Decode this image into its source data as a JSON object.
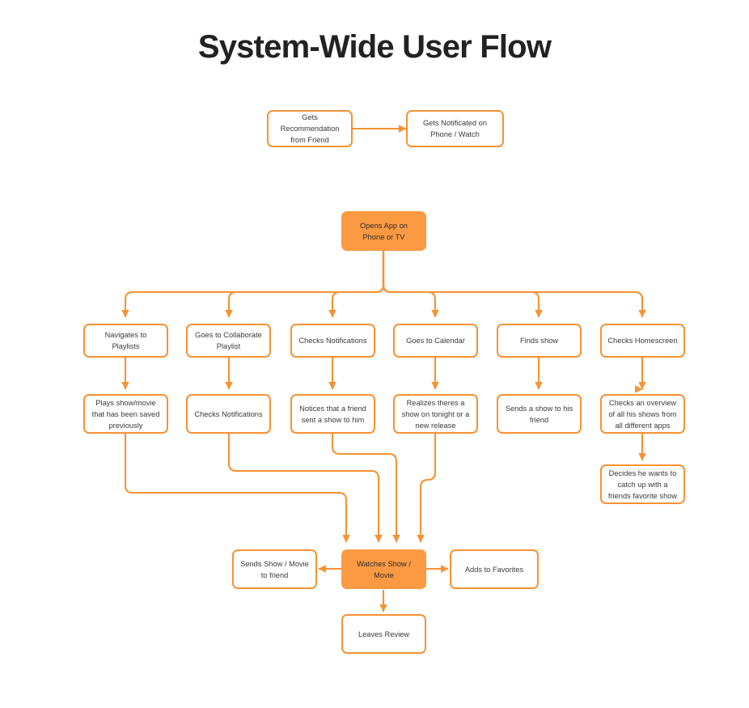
{
  "page": {
    "title": "System-Wide User Flow",
    "background": "#ffffff",
    "accent_color": "#F79233",
    "fill_color": "#FB9A42",
    "text_color": "#3a3a3c",
    "title_color": "#222224"
  },
  "nodes": {
    "gets_recommendation": "Gets Recommendation from Friend",
    "gets_notificated": "Gets Notificated on Phone / Watch",
    "opens_app": "Opens App on Phone or TV",
    "navigates_playlists": "Navigates to Playlists",
    "goes_collaborate": "Goes to Collaborate Playlist",
    "checks_notifications_1": "Checks Notifications",
    "goes_calendar": "Goes to Calendar",
    "finds_show": "Finds show",
    "checks_homescreen": "Checks Homescreen",
    "plays_saved": "Plays show/movie that has been saved previously",
    "checks_notifications_2": "Checks Notifications",
    "notices_friend_sent": "Notices that a friend sent a show to him",
    "realizes_show": "Realizes theres a show on tonight or a new release",
    "sends_show_friend": "Sends a show to his friend",
    "checks_overview": "Checks an overview of all his shows from all different apps",
    "decides_catch_up": "Decides he wants to catch up with a friends favorite show",
    "sends_show_movie": "Sends Show / Movie to friend",
    "watches_show": "Watches Show / Movie",
    "adds_favorites": "Adds to Favorites",
    "leaves_review": "Leaves Review"
  },
  "chart_data": {
    "type": "diagram",
    "title": "System-Wide User Flow",
    "diagram_kind": "flowchart",
    "edges": [
      {
        "from": "gets_recommendation",
        "to": "gets_notificated"
      },
      {
        "from": "opens_app",
        "to": "navigates_playlists"
      },
      {
        "from": "opens_app",
        "to": "goes_collaborate"
      },
      {
        "from": "opens_app",
        "to": "checks_notifications_1"
      },
      {
        "from": "opens_app",
        "to": "goes_calendar"
      },
      {
        "from": "opens_app",
        "to": "finds_show"
      },
      {
        "from": "opens_app",
        "to": "checks_homescreen"
      },
      {
        "from": "navigates_playlists",
        "to": "plays_saved"
      },
      {
        "from": "goes_collaborate",
        "to": "checks_notifications_2"
      },
      {
        "from": "checks_notifications_1",
        "to": "notices_friend_sent"
      },
      {
        "from": "goes_calendar",
        "to": "realizes_show"
      },
      {
        "from": "finds_show",
        "to": "sends_show_friend"
      },
      {
        "from": "checks_homescreen",
        "to": "checks_overview"
      },
      {
        "from": "checks_overview",
        "to": "decides_catch_up"
      },
      {
        "from": "plays_saved",
        "to": "watches_show"
      },
      {
        "from": "checks_notifications_2",
        "to": "watches_show"
      },
      {
        "from": "notices_friend_sent",
        "to": "watches_show"
      },
      {
        "from": "realizes_show",
        "to": "watches_show"
      },
      {
        "from": "decides_catch_up",
        "to": "watches_show"
      },
      {
        "from": "watches_show",
        "to": "sends_show_movie"
      },
      {
        "from": "watches_show",
        "to": "adds_favorites"
      },
      {
        "from": "watches_show",
        "to": "leaves_review"
      }
    ]
  }
}
